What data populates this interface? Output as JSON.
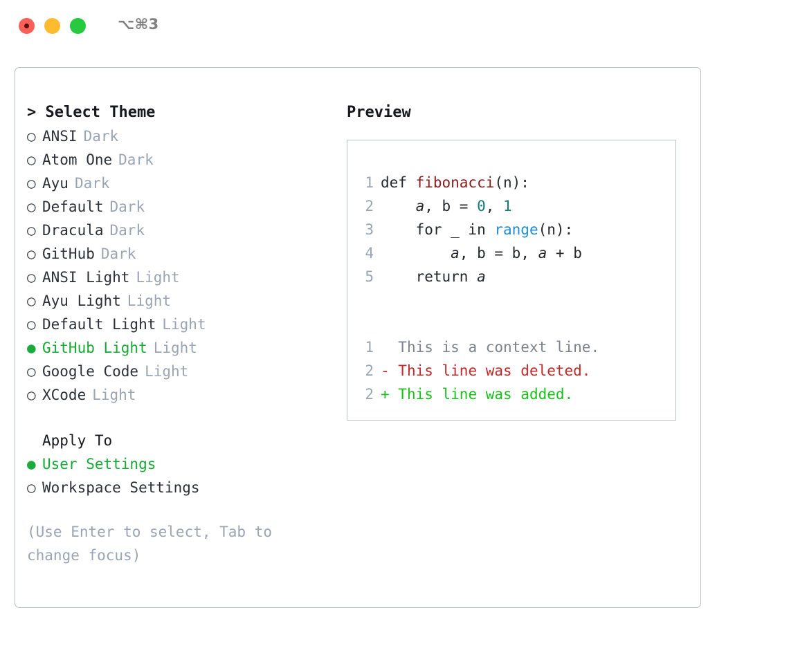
{
  "titlebar": {
    "shortcut": "⌥⌘3",
    "lights": [
      "close",
      "minimize",
      "maximize"
    ]
  },
  "left": {
    "header": "> Select Theme",
    "themes": [
      {
        "bullet": "○",
        "name": "ANSI",
        "tag": "Dark",
        "selected": false
      },
      {
        "bullet": "○",
        "name": "Atom One",
        "tag": "Dark",
        "selected": false
      },
      {
        "bullet": "○",
        "name": "Ayu",
        "tag": "Dark",
        "selected": false
      },
      {
        "bullet": "○",
        "name": "Default",
        "tag": "Dark",
        "selected": false
      },
      {
        "bullet": "○",
        "name": "Dracula",
        "tag": "Dark",
        "selected": false
      },
      {
        "bullet": "○",
        "name": "GitHub",
        "tag": "Dark",
        "selected": false
      },
      {
        "bullet": "○",
        "name": "ANSI Light",
        "tag": "Light",
        "selected": false
      },
      {
        "bullet": "○",
        "name": "Ayu Light",
        "tag": "Light",
        "selected": false
      },
      {
        "bullet": "○",
        "name": "Default Light",
        "tag": "Light",
        "selected": false
      },
      {
        "bullet": "●",
        "name": "GitHub Light",
        "tag": "Light",
        "selected": true
      },
      {
        "bullet": "○",
        "name": "Google Code",
        "tag": "Light",
        "selected": false
      },
      {
        "bullet": "○",
        "name": "XCode",
        "tag": "Light",
        "selected": false
      }
    ],
    "apply_to_header": "Apply To",
    "apply_options": [
      {
        "bullet": "●",
        "name": "User Settings",
        "selected": true
      },
      {
        "bullet": "○",
        "name": "Workspace Settings",
        "selected": false
      }
    ],
    "hint": "(Use Enter to select, Tab to change focus)"
  },
  "right": {
    "title": "Preview",
    "code_lines": [
      {
        "no": "1",
        "tokens": [
          {
            "t": "def ",
            "c": "plain"
          },
          {
            "t": "fibonacci",
            "c": "func"
          },
          {
            "t": "(n):",
            "c": "plain"
          }
        ]
      },
      {
        "no": "2",
        "tokens": [
          {
            "t": "    ",
            "c": "plain"
          },
          {
            "t": "a",
            "c": "var"
          },
          {
            "t": ", b = ",
            "c": "plain"
          },
          {
            "t": "0",
            "c": "num"
          },
          {
            "t": ", ",
            "c": "plain"
          },
          {
            "t": "1",
            "c": "num"
          }
        ]
      },
      {
        "no": "3",
        "tokens": [
          {
            "t": "    for _ in ",
            "c": "plain"
          },
          {
            "t": "range",
            "c": "builtin"
          },
          {
            "t": "(n):",
            "c": "plain"
          }
        ]
      },
      {
        "no": "4",
        "tokens": [
          {
            "t": "        ",
            "c": "plain"
          },
          {
            "t": "a",
            "c": "var"
          },
          {
            "t": ", b = b, ",
            "c": "plain"
          },
          {
            "t": "a",
            "c": "var"
          },
          {
            "t": " + b",
            "c": "plain"
          }
        ]
      },
      {
        "no": "5",
        "tokens": [
          {
            "t": "    return ",
            "c": "plain"
          },
          {
            "t": "a",
            "c": "var"
          }
        ]
      }
    ],
    "diff_lines": [
      {
        "no": "1",
        "marker": "  ",
        "text": "This is a context line.",
        "kind": "ctx"
      },
      {
        "no": "2",
        "marker": "- ",
        "text": "This line was deleted.",
        "kind": "del"
      },
      {
        "no": "2",
        "marker": "+ ",
        "text": "This line was added.",
        "kind": "add"
      }
    ]
  },
  "colors": {
    "accent_green": "#16a834",
    "muted": "#9ba4b4",
    "border": "#b5bfcc",
    "func_red": "#8b1a1a",
    "num_teal": "#0f7b7b",
    "builtin_blue": "#1f8dd6",
    "diff_del": "#c62828",
    "diff_add": "#19c219"
  }
}
